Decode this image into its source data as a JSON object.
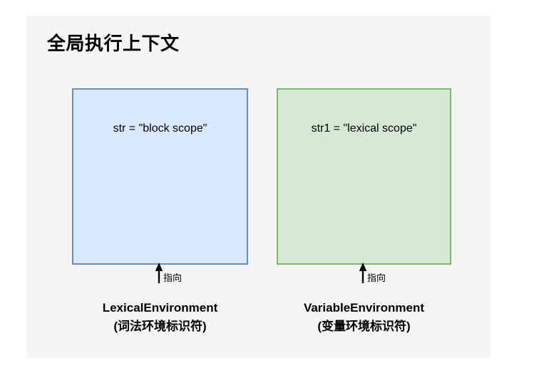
{
  "diagram": {
    "title": "全局执行上下文",
    "environments": [
      {
        "id": "lexical",
        "value": "str = \"block scope\"",
        "arrow_label": "指向",
        "caption_line1": "LexicalEnvironment",
        "caption_line2": "(词法环境标识符)",
        "fill_color": "#dae8fc",
        "border_color": "#6c8ebf"
      },
      {
        "id": "variable",
        "value": "str1 = \"lexical scope\"",
        "arrow_label": "指向",
        "caption_line1": "VariableEnvironment",
        "caption_line2": "(变量环境标识符)",
        "fill_color": "#d5e8d4",
        "border_color": "#82b366"
      }
    ],
    "background_color": "#f4f4f5",
    "page_color": "#ffffff"
  }
}
